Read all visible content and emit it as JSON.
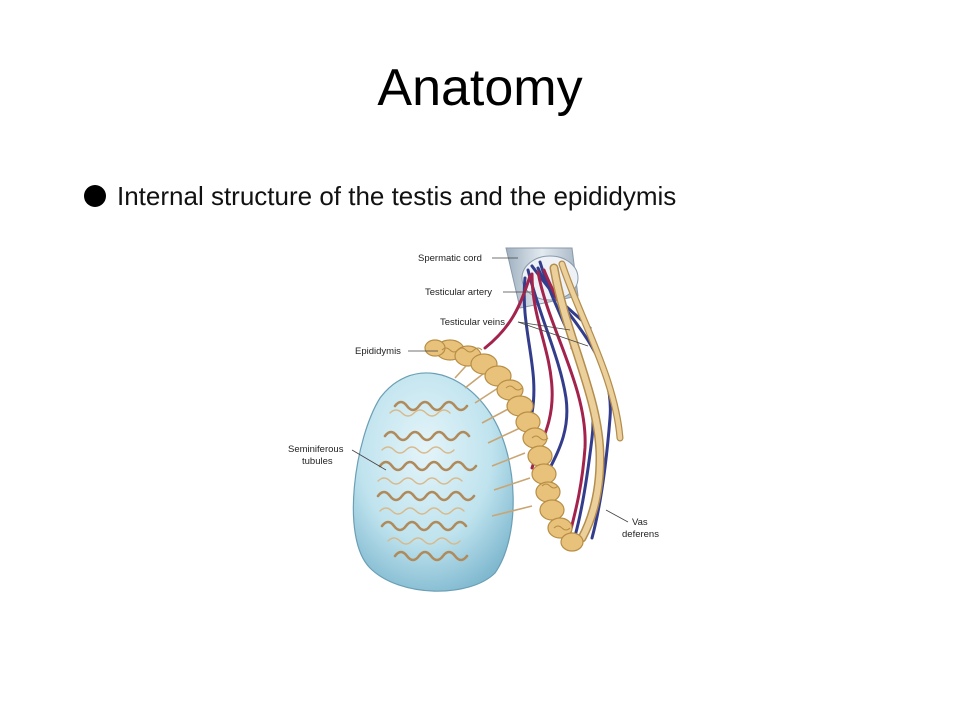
{
  "slide": {
    "title": "Anatomy",
    "bullet": {
      "text": "Internal structure of the testis and the epididymis"
    }
  },
  "figure": {
    "labels": {
      "spermatic_cord": "Spermatic cord",
      "testicular_artery": "Testicular artery",
      "testicular_veins": "Testicular veins",
      "epididymis": "Epididymis",
      "seminiferous_line1": "Seminiferous",
      "seminiferous_line2": "tubules",
      "vas_line1": "Vas",
      "vas_line2": "deferens"
    },
    "colors": {
      "testis_fill": "#bfe3ee",
      "testis_shade": "#7fb8cf",
      "tubule": "#c9a574",
      "epididymis_fill": "#e8c17a",
      "epididymis_edge": "#b88e45",
      "artery": "#a3234d",
      "vein": "#333d8c",
      "vas": "#e9c88f",
      "cord_sheath": "#c7d3de"
    }
  }
}
